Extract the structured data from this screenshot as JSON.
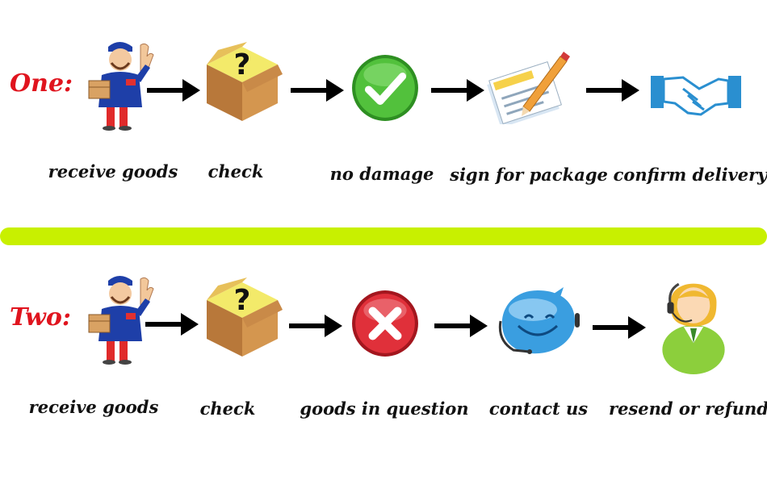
{
  "colors": {
    "row_label": "#e0141e",
    "divider": "#c8f000",
    "arrow": "#000000",
    "success": "#3aa62a",
    "error": "#d9202a",
    "handshake": "#2a8fd0"
  },
  "rows": [
    {
      "label": "One:",
      "steps": [
        {
          "icon": "delivery-man-icon",
          "label": "receive goods"
        },
        {
          "icon": "question-box-icon",
          "label": "check"
        },
        {
          "icon": "checkmark-icon",
          "label": "no damage"
        },
        {
          "icon": "document-pencil-icon",
          "label": "sign for package"
        },
        {
          "icon": "handshake-icon",
          "label": "confirm delivery"
        }
      ]
    },
    {
      "label": "Two:",
      "steps": [
        {
          "icon": "delivery-man-icon",
          "label": "receive goods"
        },
        {
          "icon": "question-box-icon",
          "label": "check"
        },
        {
          "icon": "x-mark-icon",
          "label": "goods in question"
        },
        {
          "icon": "chat-headset-icon",
          "label": "contact us"
        },
        {
          "icon": "support-agent-icon",
          "label": "resend or refund"
        }
      ]
    }
  ]
}
